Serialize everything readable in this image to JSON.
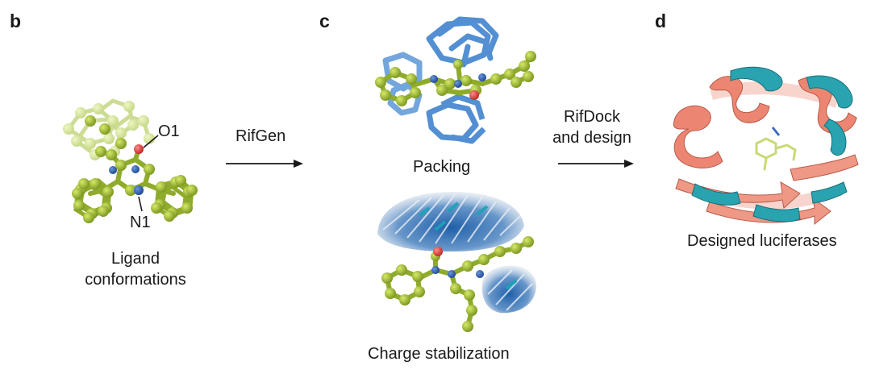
{
  "panels": {
    "b": {
      "letter": "b",
      "atom_label_o1": "O1",
      "atom_label_n1": "N1",
      "caption_line1": "Ligand",
      "caption_line2": "conformations"
    },
    "c": {
      "letter": "c",
      "packing_caption": "Packing",
      "charge_caption": "Charge stabilization"
    },
    "d": {
      "letter": "d",
      "caption": "Designed luciferases"
    }
  },
  "arrows": {
    "rifgen_label": "RifGen",
    "rifdock_label_line1": "RifDock",
    "rifdock_label_line2": "and design"
  },
  "colors": {
    "ligand": "#a6c23a",
    "ligand_dark": "#7f9a22",
    "nitrogen": "#2f5fb4",
    "oxygen": "#e04848",
    "rotamer_blue": "#4a8ad0",
    "helix_salmon": "#ec8672",
    "helix_teal": "#2aa3b0"
  }
}
